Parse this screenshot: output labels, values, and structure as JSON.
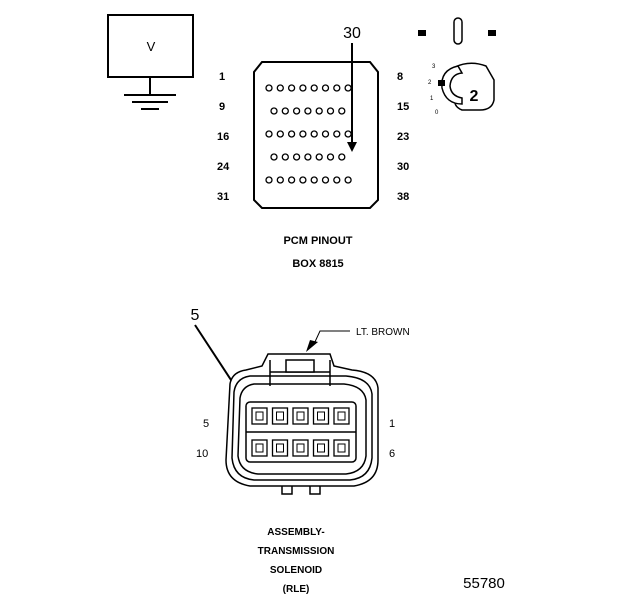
{
  "meter": {
    "symbol": "V"
  },
  "pcm": {
    "callout": "30",
    "row_left": [
      "1",
      "9",
      "16",
      "24",
      "31"
    ],
    "row_right": [
      "8",
      "15",
      "23",
      "30",
      "38"
    ],
    "pins_per_row": [
      8,
      7,
      8,
      7,
      8
    ],
    "title": "PCM PINOUT",
    "box": "BOX 8815"
  },
  "selector": {
    "position": "2",
    "scale": [
      "3",
      "2",
      "1",
      "0"
    ]
  },
  "solenoid": {
    "callout": "5",
    "wire": "LT. BROWN",
    "pin_left_top": "5",
    "pin_right_top": "1",
    "pin_left_bottom": "10",
    "pin_right_bottom": "6",
    "caption": [
      "ASSEMBLY-",
      "TRANSMISSION",
      "SOLENOID",
      "(RLE)"
    ]
  },
  "figure_id": "55780"
}
